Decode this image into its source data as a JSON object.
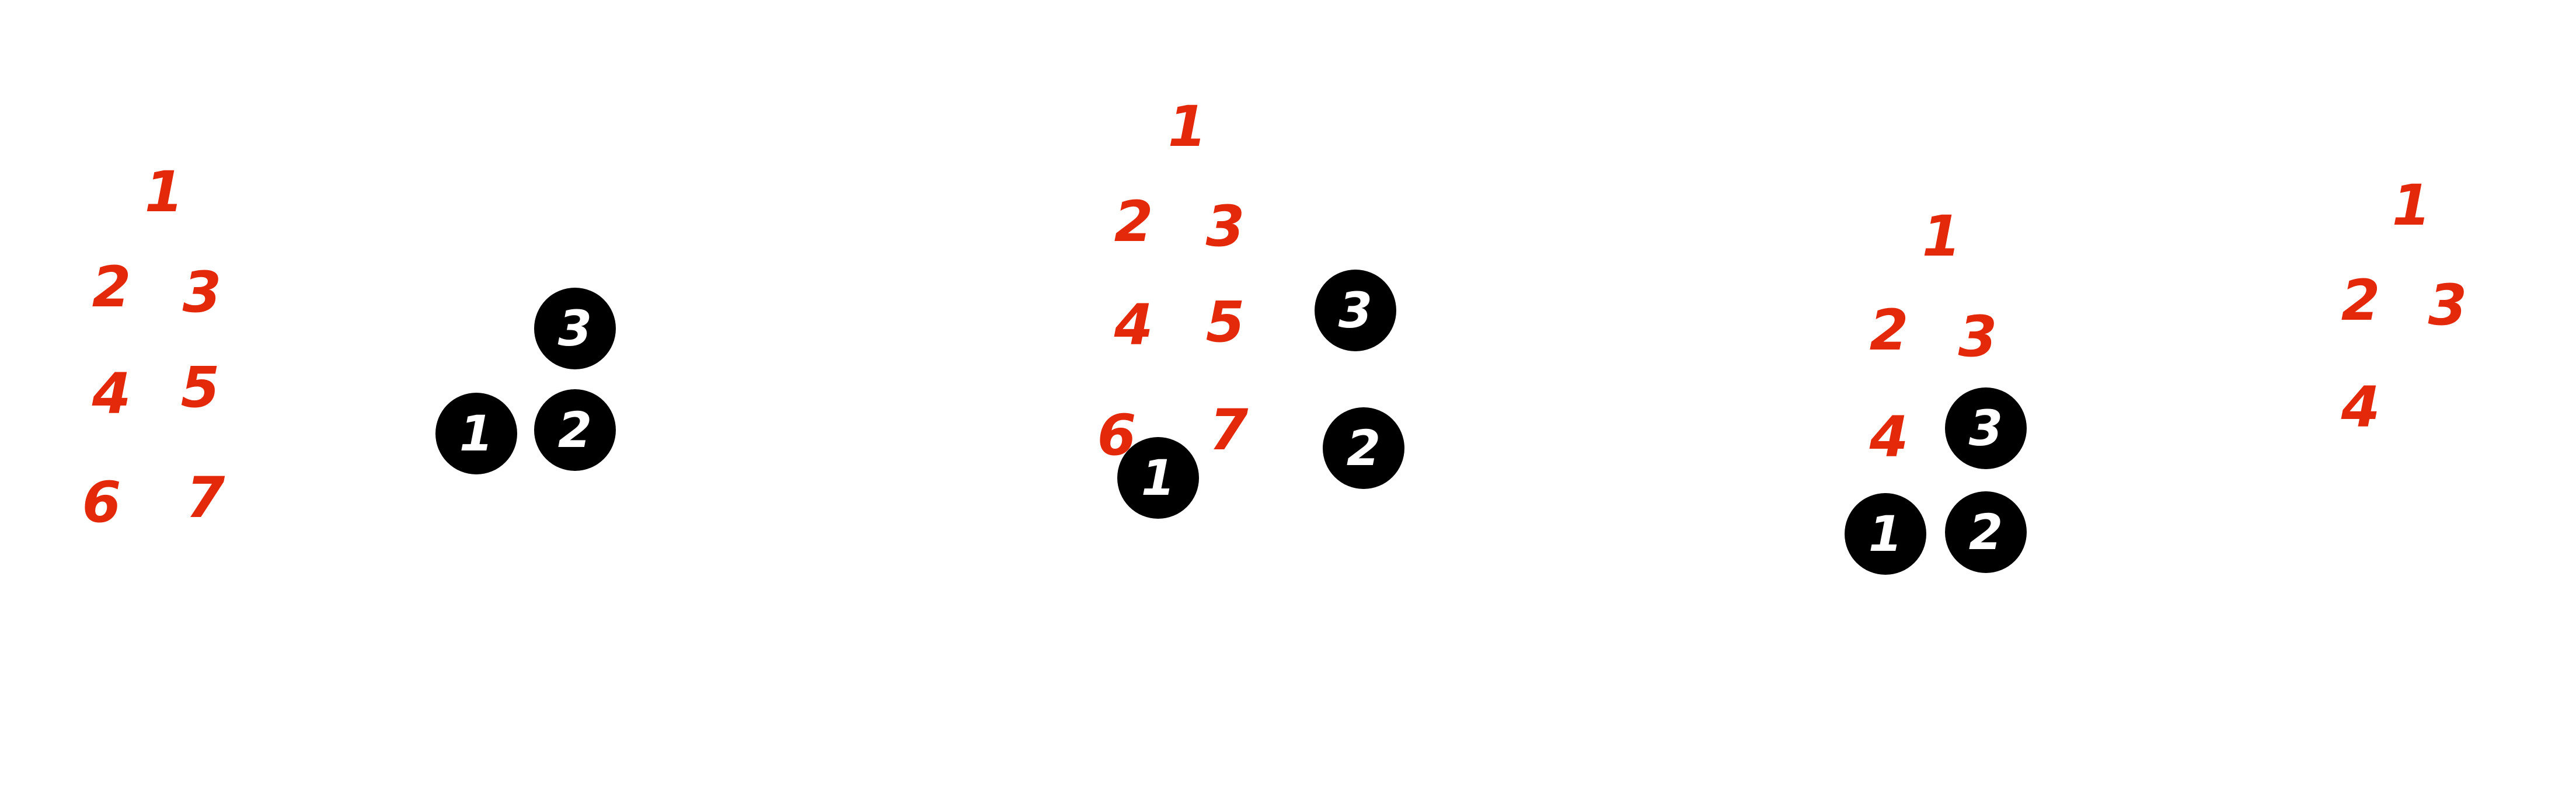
{
  "colors": {
    "label": "#e4290a",
    "node": "#000000",
    "node_text": "#ffffff"
  },
  "groups": [
    {
      "labels": [
        "1",
        "2",
        "3",
        "4",
        "5",
        "6",
        "7"
      ],
      "nodes": [
        "3",
        "1",
        "2"
      ]
    },
    {
      "labels": [
        "1",
        "2",
        "3",
        "4",
        "5",
        "6",
        "7"
      ],
      "nodes": [
        "3",
        "1",
        "2"
      ]
    },
    {
      "labels": [
        "1",
        "2",
        "3",
        "4"
      ],
      "nodes": [
        "3",
        "1",
        "2"
      ]
    },
    {
      "labels": [
        "1",
        "2",
        "3",
        "4"
      ]
    }
  ]
}
